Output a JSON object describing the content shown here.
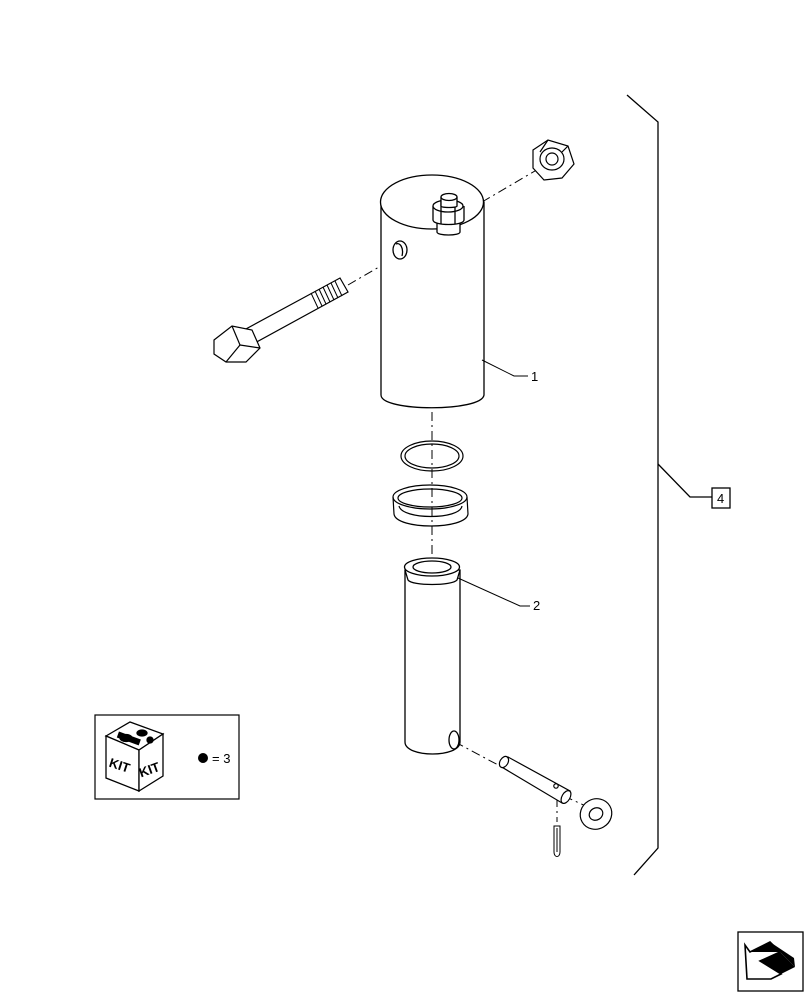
{
  "callouts": [
    {
      "id": "1",
      "label": "1"
    },
    {
      "id": "2",
      "label": "2"
    },
    {
      "id": "4",
      "label": "4"
    }
  ],
  "kit_box": {
    "kit_word_left": "KIT",
    "kit_word_right": "KIT",
    "quantity_text": "= 3"
  },
  "icons": {
    "kit": "kit-box-icon",
    "navigation": "next-page-arrow-icon"
  }
}
